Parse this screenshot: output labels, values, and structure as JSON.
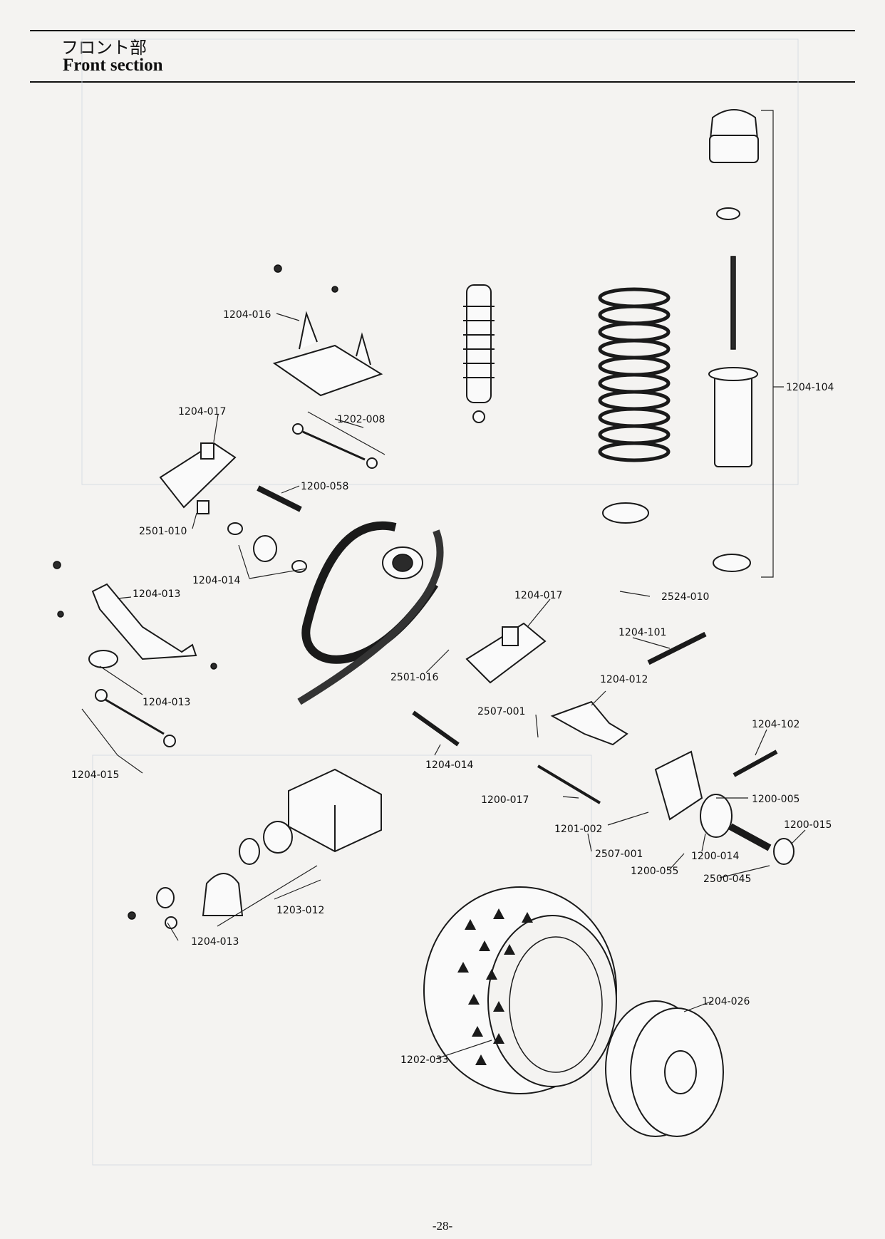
{
  "header": {
    "title_jp": "フロント部",
    "title_en": "Front section"
  },
  "page_number": "-28-",
  "part_labels": {
    "p1204_016": "1204-016",
    "p1204_017a": "1204-017",
    "p1202_008": "1202-008",
    "p1200_058": "1200-058",
    "p2501_010": "2501-010",
    "p1204_014a": "1204-014",
    "p1204_013a": "1204-013",
    "p1204_013b": "1204-013",
    "p1204_015": "1204-015",
    "p1204_104": "1204-104",
    "p2524_010": "2524-010",
    "p1204_017b": "1204-017",
    "p1204_101": "1204-101",
    "p2501_016": "2501-016",
    "p1204_012": "1204-012",
    "p2507_001a": "2507-001",
    "p1204_014b": "1204-014",
    "p1204_102": "1204-102",
    "p1200_017": "1200-017",
    "p1200_005": "1200-005",
    "p1201_002": "1201-002",
    "p1200_015": "1200-015",
    "p2507_001b": "2507-001",
    "p1200_014": "1200-014",
    "p1200_055": "1200-055",
    "p2500_045": "2500-045",
    "p1203_012": "1203-012",
    "p1204_013c": "1204-013",
    "p1204_026": "1204-026",
    "p1202_033": "1202-033"
  }
}
